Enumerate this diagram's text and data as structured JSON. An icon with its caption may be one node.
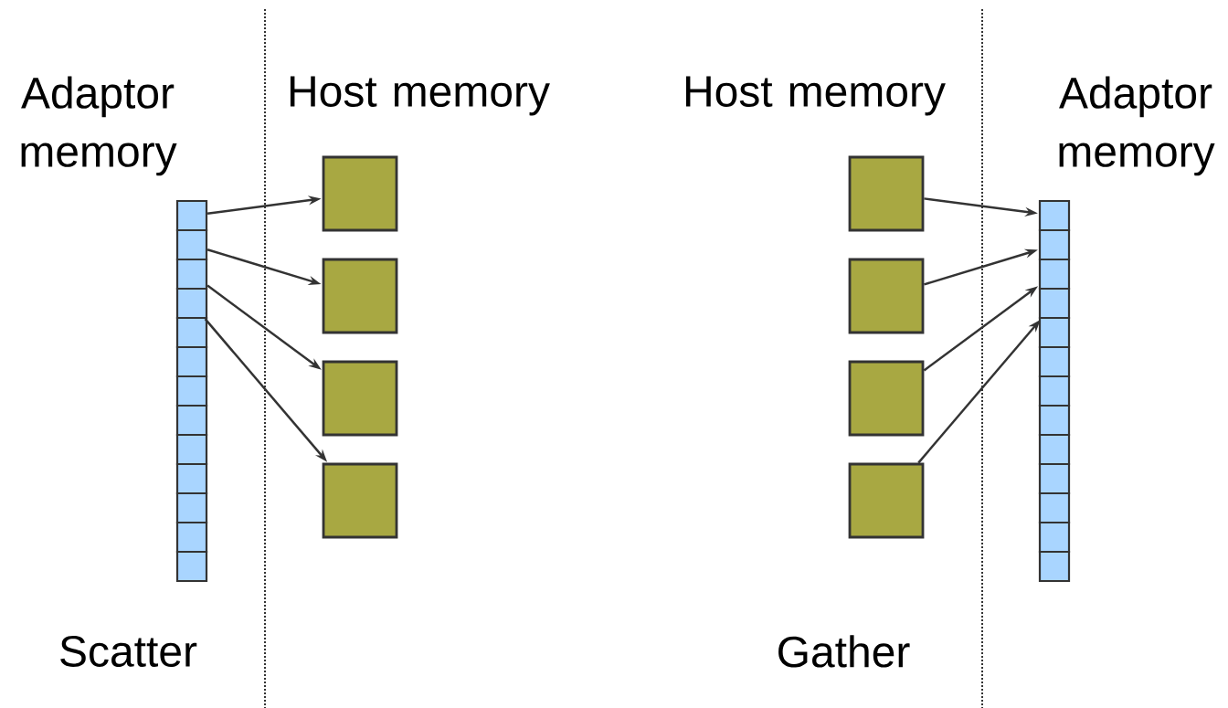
{
  "diagram": {
    "nodes": [
      {
        "text": [],
        "shape": "box"
      },
      {
        "text": [],
        "shape": "box"
      },
      {
        "text": [],
        "shape": "box"
      },
      {
        "text": [],
        "shape": "box"
      },
      {
        "text": [],
        "shape": "box"
      },
      {
        "text": [],
        "shape": "box"
      },
      {
        "text": [],
        "shape": "box"
      },
      {
        "text": [],
        "shape": "box"
      },
      {
        "text": [],
        "shape": "box"
      },
      {
        "text": [],
        "shape": "box"
      },
      {
        "text": [],
        "shape": "box"
      },
      {
        "text": [],
        "shape": "box"
      },
      {
        "text": [],
        "shape": "box"
      },
      {
        "text": [],
        "shape": "box"
      },
      {
        "text": [],
        "shape": "box"
      },
      {
        "text": [],
        "shape": "box"
      },
      {
        "text": [],
        "shape": "box"
      },
      {
        "text": [],
        "shape": "box"
      },
      {
        "text": [],
        "shape": "box"
      },
      {
        "text": [],
        "shape": "box"
      },
      {
        "text": [],
        "shape": "box"
      },
      {
        "text": [],
        "shape": "box"
      },
      {
        "text": [],
        "shape": "box"
      },
      {
        "text": [],
        "shape": "box"
      },
      {
        "text": [],
        "shape": "box"
      },
      {
        "text": [],
        "shape": "box"
      },
      {
        "text": [],
        "shape": "box"
      },
      {
        "text": [],
        "shape": "box"
      },
      {
        "text": [],
        "shape": "box"
      },
      {
        "text": [],
        "shape": "box"
      },
      {
        "text": [],
        "shape": "box"
      },
      {
        "text": [],
        "shape": "box"
      },
      {
        "text": [],
        "shape": "box"
      },
      {
        "text": [],
        "shape": "box"
      }
    ],
    "edges": [
      {
        "from": 0,
        "to": 13,
        "arrow": "to"
      },
      {
        "from": 1,
        "to": 14,
        "arrow": "to"
      },
      {
        "from": 2,
        "to": 15,
        "arrow": "to"
      },
      {
        "from": 3,
        "to": 16,
        "arrow": "to"
      },
      {
        "from": 17,
        "to": 21,
        "arrow": "to"
      },
      {
        "from": 18,
        "to": 22,
        "arrow": "to"
      },
      {
        "from": 19,
        "to": 23,
        "arrow": "to"
      },
      {
        "from": 20,
        "to": 24,
        "arrow": "to"
      }
    ],
    "labels": [
      "Adaptor memory",
      "Host memory",
      "Host memory",
      "Adaptor memory",
      "Scatter",
      "Gather"
    ]
  }
}
